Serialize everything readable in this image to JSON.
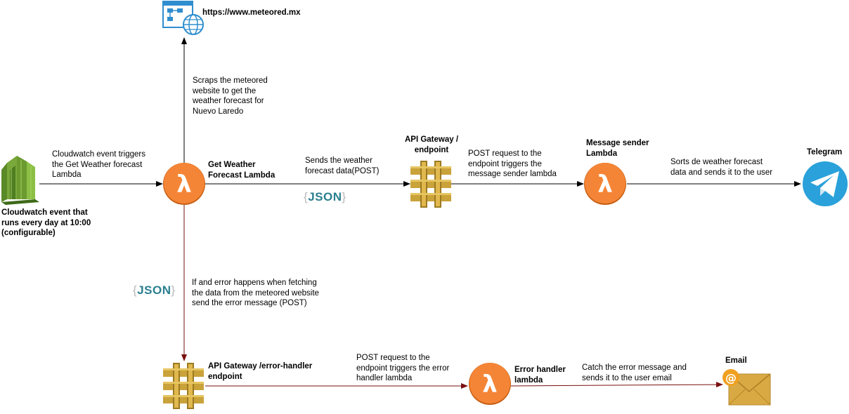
{
  "website": {
    "url": "https://www.meteored.mx",
    "icon": "web-sitemap-globe-icon"
  },
  "nodes": {
    "cloudwatch": {
      "label": "Cloudwatch event that\nruns every day at 10:00\n(configurable)",
      "icon": "cloudwatch-icon"
    },
    "get_weather_lambda": {
      "label": "Get Weather\nForecast Lambda",
      "icon": "lambda-icon"
    },
    "api_gateway": {
      "label": "API Gateway /\nendpoint",
      "icon": "api-gateway-icon"
    },
    "message_sender_lambda": {
      "label": "Message sender\nLambda",
      "icon": "lambda-icon"
    },
    "telegram": {
      "label": "Telegram",
      "icon": "telegram-icon"
    },
    "error_gateway": {
      "label": "API Gateway /error-handler\nendpoint",
      "icon": "api-gateway-icon"
    },
    "error_lambda": {
      "label": "Error handler\nlambda",
      "icon": "lambda-icon"
    },
    "email": {
      "label": "Email",
      "icon": "email-icon"
    }
  },
  "edges": {
    "cloudwatch_to_lambda": "Cloudwatch event triggers\nthe Get Weather forecast\nLambda",
    "lambda_to_website": "Scraps the meteored\nwebsite to get the\nweather forecast for\nNuevo Laredo",
    "lambda_to_gateway": "Sends the weather\nforecast data(POST)",
    "gateway_to_sender": "POST request to the\nendpoint triggers the\nmessage sender lambda",
    "sender_to_telegram": "Sorts de weather forecast\ndata and sends it to the user",
    "lambda_to_error_gateway": "If and error happens when fetching\nthe data from the meteored website\nsend the error message (POST)",
    "error_gateway_to_lambda": "POST request to the\nendpoint triggers the error\nhandler lambda",
    "error_lambda_to_email": "Catch the error message and\nsends it to the user email"
  },
  "json_badges": {
    "top": {
      "open": "{",
      "text": "JSON",
      "close": "}"
    },
    "left": {
      "open": "{",
      "text": "JSON",
      "close": "}"
    }
  },
  "colors": {
    "lambda_orange": "#f58536",
    "gateway_gold": "#c9a23a",
    "cloudwatch_green": "#7aa83a",
    "telegram_blue": "#2aa1da",
    "error_arrow": "#7a0f0f",
    "json_teal": "#2a7f8f"
  }
}
